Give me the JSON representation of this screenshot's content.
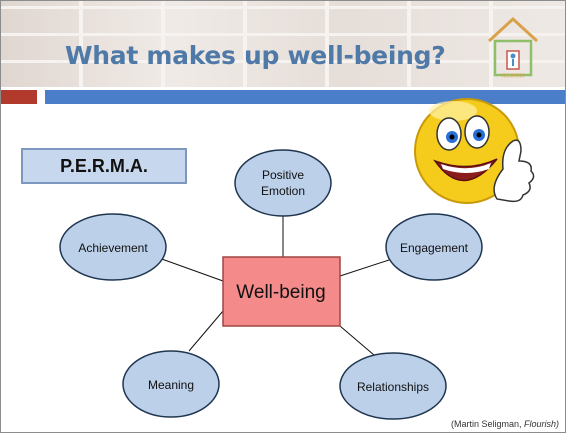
{
  "slide": {
    "title": "What makes up well-being?",
    "perma_label": "P.E.R.M.A.",
    "citation_author": "(Martin Seligman, ",
    "citation_work": "Flourish)"
  },
  "diagram": {
    "center": "Well-being",
    "nodes": {
      "positive_line1": "Positive",
      "positive_line2": "Emotion",
      "engagement": "Engagement",
      "relationships": "Relationships",
      "meaning": "Meaning",
      "achievement": "Achievement"
    }
  },
  "colors": {
    "title": "#4f7aa8",
    "node_fill": "#bcd0ea",
    "node_stroke": "#1f3550",
    "center_fill": "#f48a8a",
    "center_stroke": "#a04545",
    "accent_red": "#b23a2c",
    "accent_blue": "#4a7ec8",
    "smiley": "#f6cc1c"
  },
  "icons": {
    "logo": "house-logo-icon",
    "mascot": "thumbs-up-smiley-icon"
  }
}
